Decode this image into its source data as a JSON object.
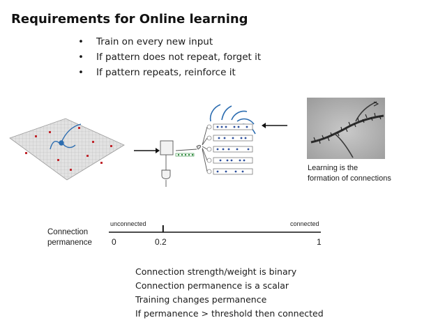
{
  "title": "Requirements for Online learning",
  "bullets": [
    "Train on every new input",
    "If pattern does not repeat, forget it",
    "If pattern repeats, reinforce it"
  ],
  "learning_caption": [
    "Learning is the",
    "formation of connections"
  ],
  "scale": {
    "label_line1": "Connection",
    "label_line2": "permanence",
    "unconnected": "unconnected",
    "connected": "connected",
    "tick0": "0",
    "tick_threshold": "0.2",
    "tick1": "1",
    "threshold": 0.2
  },
  "facts": [
    "Connection strength/weight is binary",
    "Connection permanence is a scalar",
    "Training changes permanence",
    "If permanence > threshold then connected"
  ],
  "colors": {
    "grid_red": "#c0272d",
    "curve_blue": "#2b6cb0",
    "dot_blue": "#2a4d9c",
    "segment_green": "#2e8b3d"
  }
}
